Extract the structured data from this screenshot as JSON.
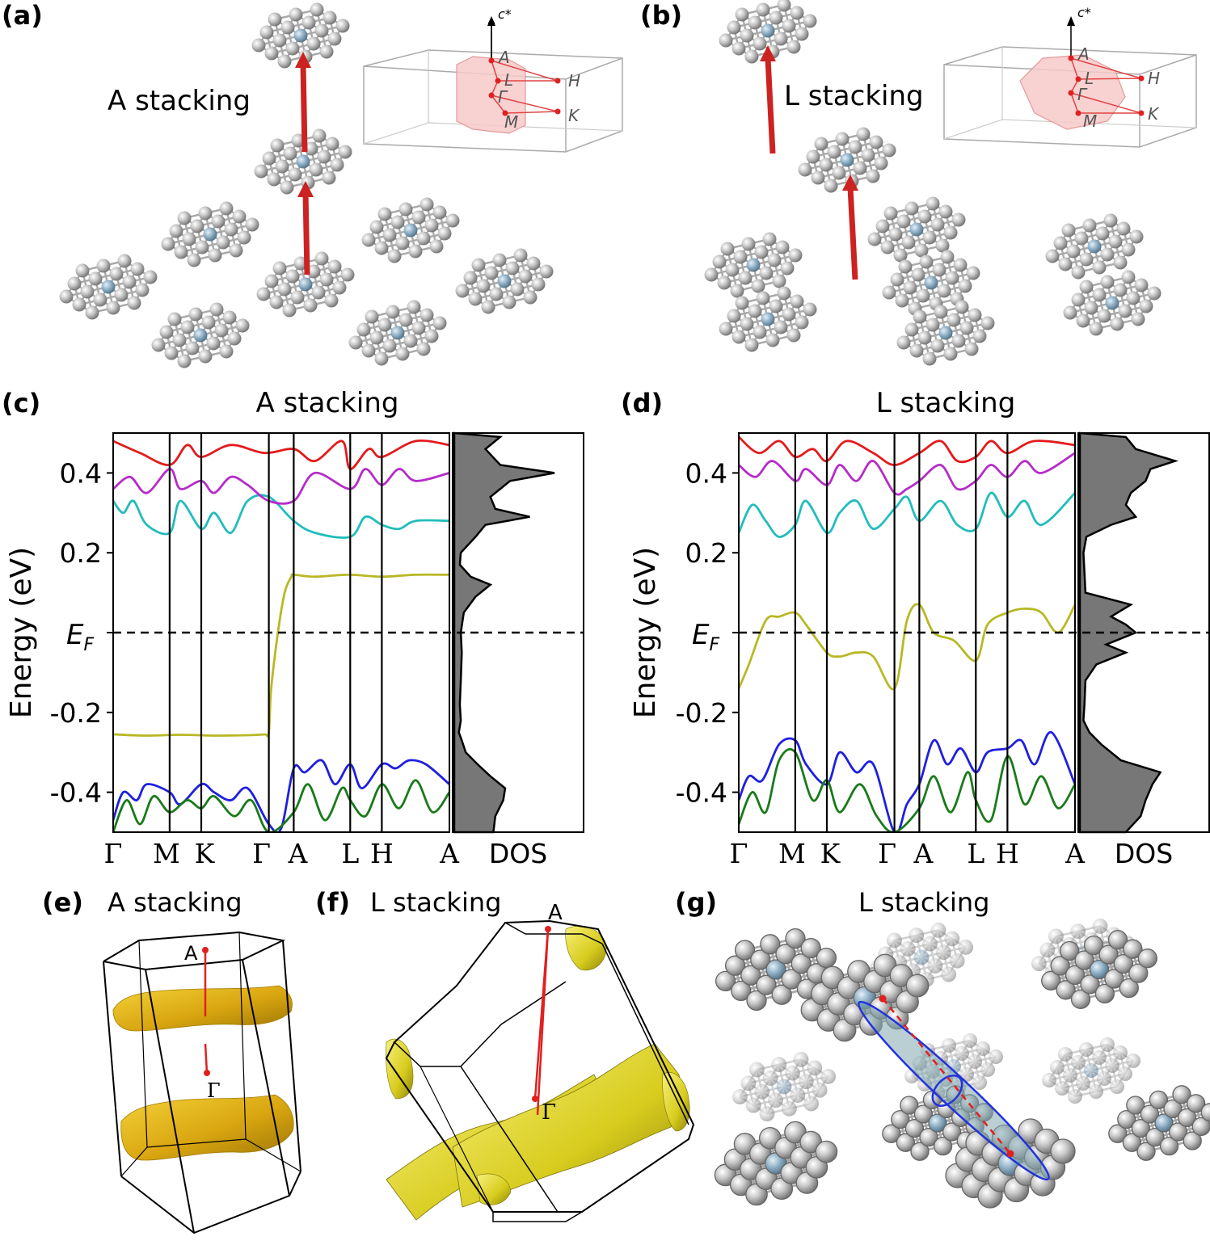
{
  "panels": {
    "a": {
      "label": "(a)",
      "stacking": "A stacking"
    },
    "b": {
      "label": "(b)",
      "stacking": "L stacking"
    },
    "c": {
      "label": "(c)",
      "title": "A stacking"
    },
    "d": {
      "label": "(d)",
      "title": "L stacking"
    },
    "e": {
      "label": "(e)",
      "title": "A stacking"
    },
    "f": {
      "label": "(f)",
      "title": "L stacking"
    },
    "g": {
      "label": "(g)",
      "title": "L stacking"
    }
  },
  "bz_labels": {
    "cstar": "c*",
    "A": "A",
    "L": "L",
    "Gamma": "Γ",
    "M": "M",
    "H": "H",
    "K": "K"
  },
  "fs_labels": {
    "A": "A",
    "Gamma": "Γ"
  },
  "colors": {
    "band_red": "#e41a1c",
    "band_blue": "#1f1fe0",
    "band_green": "#1a7a1a",
    "band_magenta": "#b52cc9",
    "band_cyan": "#22bcbc",
    "band_olive": "#b8b826",
    "dos_fill": "#777777",
    "arrow": "#cc2222",
    "fermi_surface": "#e8c21a",
    "ellipsoid": "#2233dd"
  },
  "chart_data": [
    {
      "type": "line",
      "title": "A stacking",
      "ylabel": "Energy (eV)",
      "ylim": [
        -0.5,
        0.5
      ],
      "yticks": [
        "-0.4",
        "-0.2",
        "0.2",
        "0.4"
      ],
      "fermi_label": "E_F",
      "fermi_level": 0.0,
      "kpath": [
        "Γ",
        "M",
        "K",
        "Γ",
        "A",
        "L",
        "H",
        "A"
      ],
      "kpos": [
        0,
        0.168,
        0.262,
        0.463,
        0.537,
        0.705,
        0.799,
        1.0
      ],
      "dos_label": "DOS",
      "series": [
        {
          "color": "olive",
          "x": [
            0,
            0.1,
            0.2,
            0.3,
            0.4,
            0.45,
            0.463,
            0.47,
            0.49,
            0.51,
            0.53,
            0.537,
            0.6,
            0.7,
            0.8,
            0.9,
            1.0
          ],
          "values": [
            -0.255,
            -0.258,
            -0.256,
            -0.258,
            -0.257,
            -0.255,
            -0.25,
            -0.14,
            0.0,
            0.1,
            0.14,
            0.145,
            0.14,
            0.145,
            0.14,
            0.145,
            0.145
          ]
        },
        {
          "color": "cyan",
          "x": [
            0,
            0.03,
            0.06,
            0.1,
            0.168,
            0.2,
            0.262,
            0.3,
            0.35,
            0.4,
            0.463,
            0.537,
            0.6,
            0.705,
            0.75,
            0.799,
            0.85,
            0.9,
            1.0
          ],
          "values": [
            0.33,
            0.3,
            0.33,
            0.27,
            0.25,
            0.33,
            0.26,
            0.3,
            0.25,
            0.33,
            0.34,
            0.28,
            0.25,
            0.24,
            0.29,
            0.27,
            0.26,
            0.28,
            0.28
          ]
        },
        {
          "color": "magenta",
          "x": [
            0,
            0.05,
            0.1,
            0.168,
            0.2,
            0.262,
            0.3,
            0.35,
            0.4,
            0.463,
            0.537,
            0.6,
            0.705,
            0.75,
            0.799,
            0.85,
            0.9,
            1.0
          ],
          "values": [
            0.36,
            0.39,
            0.35,
            0.41,
            0.36,
            0.38,
            0.35,
            0.39,
            0.37,
            0.33,
            0.33,
            0.4,
            0.36,
            0.41,
            0.37,
            0.41,
            0.38,
            0.4
          ]
        },
        {
          "color": "blue",
          "x": [
            0,
            0.03,
            0.07,
            0.1,
            0.168,
            0.2,
            0.262,
            0.3,
            0.35,
            0.4,
            0.463,
            0.5,
            0.537,
            0.57,
            0.62,
            0.66,
            0.705,
            0.74,
            0.799,
            0.84,
            0.88,
            0.93,
            1.0
          ],
          "values": [
            -0.47,
            -0.4,
            -0.42,
            -0.38,
            -0.4,
            -0.43,
            -0.38,
            -0.4,
            -0.42,
            -0.39,
            -0.48,
            -0.49,
            -0.34,
            -0.35,
            -0.32,
            -0.38,
            -0.33,
            -0.39,
            -0.33,
            -0.34,
            -0.32,
            -0.33,
            -0.38
          ]
        },
        {
          "color": "green",
          "x": [
            0,
            0.04,
            0.08,
            0.12,
            0.168,
            0.22,
            0.262,
            0.3,
            0.36,
            0.41,
            0.463,
            0.537,
            0.58,
            0.63,
            0.68,
            0.705,
            0.75,
            0.799,
            0.85,
            0.9,
            0.95,
            1.0
          ],
          "values": [
            -0.5,
            -0.42,
            -0.48,
            -0.41,
            -0.45,
            -0.42,
            -0.44,
            -0.41,
            -0.46,
            -0.42,
            -0.5,
            -0.45,
            -0.38,
            -0.47,
            -0.39,
            -0.42,
            -0.46,
            -0.38,
            -0.44,
            -0.37,
            -0.45,
            -0.4
          ]
        },
        {
          "color": "red",
          "x": [
            0,
            0.08,
            0.168,
            0.22,
            0.262,
            0.35,
            0.45,
            0.537,
            0.6,
            0.68,
            0.705,
            0.76,
            0.799,
            0.9,
            1.0
          ],
          "values": [
            0.48,
            0.45,
            0.42,
            0.47,
            0.44,
            0.47,
            0.45,
            0.46,
            0.43,
            0.48,
            0.41,
            0.46,
            0.44,
            0.48,
            0.47
          ]
        }
      ],
      "dos": {
        "energy": [
          -0.5,
          -0.46,
          -0.42,
          -0.39,
          -0.36,
          -0.33,
          -0.3,
          -0.27,
          -0.25,
          -0.22,
          -0.18,
          -0.12,
          -0.05,
          0.0,
          0.05,
          0.09,
          0.12,
          0.14,
          0.17,
          0.2,
          0.24,
          0.27,
          0.29,
          0.31,
          0.34,
          0.38,
          0.4,
          0.42,
          0.46,
          0.49
        ],
        "values": [
          0.38,
          0.4,
          0.48,
          0.5,
          0.35,
          0.22,
          0.1,
          0.06,
          0.03,
          0.05,
          0.04,
          0.05,
          0.06,
          0.05,
          0.08,
          0.2,
          0.35,
          0.15,
          0.04,
          0.05,
          0.2,
          0.3,
          0.75,
          0.4,
          0.35,
          0.55,
          1.0,
          0.45,
          0.3,
          0.45
        ]
      }
    },
    {
      "type": "line",
      "title": "L stacking",
      "ylabel": "Energy (eV)",
      "ylim": [
        -0.5,
        0.5
      ],
      "yticks": [
        "-0.4",
        "-0.2",
        "0.2",
        "0.4"
      ],
      "fermi_label": "E_F",
      "fermi_level": 0.0,
      "kpath": [
        "Γ",
        "M",
        "K",
        "Γ",
        "A",
        "L",
        "H",
        "A"
      ],
      "kpos": [
        0,
        0.168,
        0.262,
        0.463,
        0.537,
        0.705,
        0.799,
        1.0
      ],
      "dos_label": "DOS",
      "series": [
        {
          "color": "olive",
          "x": [
            0,
            0.03,
            0.08,
            0.12,
            0.168,
            0.2,
            0.262,
            0.3,
            0.35,
            0.4,
            0.463,
            0.5,
            0.537,
            0.58,
            0.64,
            0.705,
            0.74,
            0.799,
            0.85,
            0.9,
            0.95,
            1.0
          ],
          "values": [
            -0.14,
            -0.08,
            0.03,
            0.04,
            0.05,
            0.02,
            -0.05,
            -0.06,
            -0.05,
            -0.06,
            -0.14,
            0.03,
            0.07,
            0.0,
            -0.02,
            -0.07,
            0.02,
            0.05,
            0.06,
            0.05,
            0.0,
            0.07
          ]
        },
        {
          "color": "cyan",
          "x": [
            0,
            0.04,
            0.08,
            0.12,
            0.168,
            0.2,
            0.262,
            0.3,
            0.35,
            0.4,
            0.463,
            0.5,
            0.537,
            0.6,
            0.65,
            0.705,
            0.75,
            0.799,
            0.85,
            0.9,
            1.0
          ],
          "values": [
            0.25,
            0.32,
            0.28,
            0.24,
            0.27,
            0.33,
            0.25,
            0.3,
            0.33,
            0.26,
            0.31,
            0.34,
            0.28,
            0.33,
            0.27,
            0.26,
            0.35,
            0.29,
            0.33,
            0.27,
            0.35
          ]
        },
        {
          "color": "magenta",
          "x": [
            0,
            0.05,
            0.1,
            0.168,
            0.2,
            0.262,
            0.3,
            0.35,
            0.4,
            0.463,
            0.5,
            0.537,
            0.6,
            0.65,
            0.705,
            0.75,
            0.799,
            0.85,
            0.9,
            1.0
          ],
          "values": [
            0.42,
            0.39,
            0.43,
            0.38,
            0.41,
            0.37,
            0.42,
            0.38,
            0.43,
            0.35,
            0.36,
            0.38,
            0.42,
            0.36,
            0.38,
            0.42,
            0.39,
            0.43,
            0.4,
            0.45
          ]
        },
        {
          "color": "blue",
          "x": [
            0,
            0.03,
            0.07,
            0.12,
            0.168,
            0.2,
            0.262,
            0.3,
            0.35,
            0.4,
            0.463,
            0.5,
            0.537,
            0.58,
            0.62,
            0.66,
            0.705,
            0.74,
            0.799,
            0.84,
            0.88,
            0.93,
            1.0
          ],
          "values": [
            -0.42,
            -0.36,
            -0.37,
            -0.28,
            -0.27,
            -0.33,
            -0.38,
            -0.3,
            -0.35,
            -0.33,
            -0.5,
            -0.43,
            -0.38,
            -0.27,
            -0.33,
            -0.29,
            -0.35,
            -0.3,
            -0.29,
            -0.27,
            -0.33,
            -0.25,
            -0.38
          ]
        },
        {
          "color": "green",
          "x": [
            0,
            0.04,
            0.08,
            0.12,
            0.168,
            0.22,
            0.262,
            0.3,
            0.36,
            0.41,
            0.463,
            0.537,
            0.58,
            0.63,
            0.68,
            0.705,
            0.75,
            0.799,
            0.85,
            0.9,
            0.95,
            1.0
          ],
          "values": [
            -0.48,
            -0.4,
            -0.45,
            -0.32,
            -0.3,
            -0.42,
            -0.37,
            -0.45,
            -0.38,
            -0.46,
            -0.5,
            -0.44,
            -0.36,
            -0.45,
            -0.35,
            -0.42,
            -0.47,
            -0.31,
            -0.43,
            -0.36,
            -0.44,
            -0.38
          ]
        },
        {
          "color": "red",
          "x": [
            0,
            0.06,
            0.12,
            0.168,
            0.22,
            0.262,
            0.32,
            0.4,
            0.463,
            0.537,
            0.6,
            0.65,
            0.705,
            0.75,
            0.799,
            0.88,
            1.0
          ],
          "values": [
            0.49,
            0.45,
            0.48,
            0.44,
            0.46,
            0.43,
            0.48,
            0.45,
            0.42,
            0.45,
            0.48,
            0.43,
            0.44,
            0.48,
            0.45,
            0.48,
            0.47
          ]
        }
      ],
      "dos": {
        "energy": [
          -0.5,
          -0.46,
          -0.42,
          -0.38,
          -0.35,
          -0.32,
          -0.28,
          -0.25,
          -0.22,
          -0.18,
          -0.12,
          -0.08,
          -0.05,
          -0.03,
          0.0,
          0.02,
          0.04,
          0.07,
          0.1,
          0.15,
          0.2,
          0.24,
          0.27,
          0.29,
          0.32,
          0.35,
          0.38,
          0.41,
          0.43,
          0.46,
          0.49
        ],
        "values": [
          0.45,
          0.6,
          0.65,
          0.72,
          0.8,
          0.4,
          0.2,
          0.08,
          0.02,
          0.03,
          0.04,
          0.15,
          0.45,
          0.25,
          0.55,
          0.45,
          0.3,
          0.5,
          0.04,
          0.03,
          0.02,
          0.05,
          0.3,
          0.55,
          0.45,
          0.5,
          0.65,
          0.7,
          0.95,
          0.55,
          0.45
        ]
      }
    }
  ]
}
